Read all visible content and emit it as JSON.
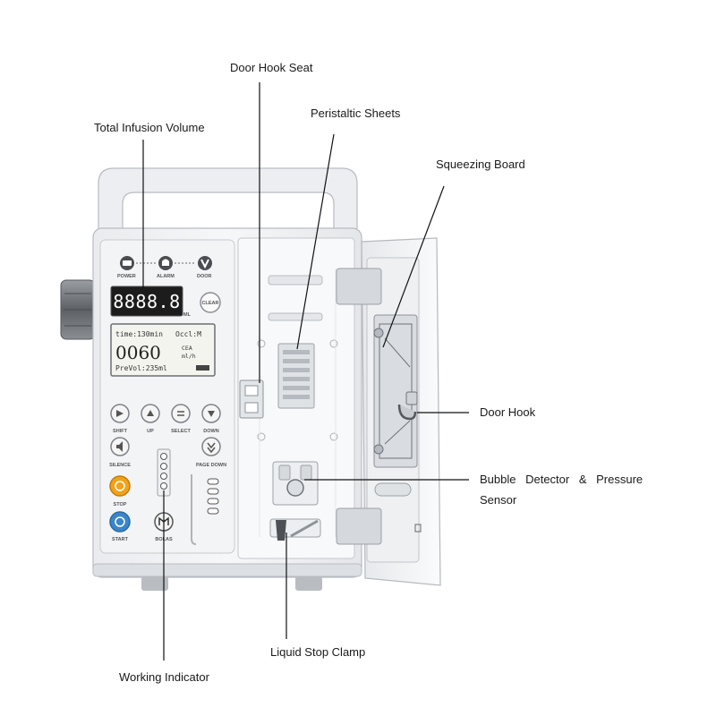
{
  "labels": {
    "door_hook_seat": "Door Hook Seat",
    "total_infusion_volume": "Total Infusion Volume",
    "peristaltic_sheets": "Peristaltic Sheets",
    "squeezing_board": "Squeezing Board",
    "door_hook": "Door Hook",
    "bubble_detector_line1": "Bubble Detector & Pressure",
    "bubble_detector_line2": "Sensor",
    "liquid_stop_clamp": "Liquid Stop Clamp",
    "working_indicator": "Working Indicator"
  },
  "device": {
    "indicators": {
      "power": "POWER",
      "alarm": "ALARM",
      "door": "DOOR"
    },
    "led_display": {
      "value": "8888.8",
      "unit": "ML"
    },
    "clear_button": "CLEAR",
    "lcd": {
      "line1_left": "time:130min",
      "line1_right": "Occl:M",
      "big_value": "0060",
      "unit_top": "CEA",
      "unit_bottom": "ml/h",
      "line3": "PreVol:235ml"
    },
    "buttons": {
      "shift": "SHIFT",
      "up": "UP",
      "select": "SELECT",
      "down": "DOWN",
      "silence": "SILENCE",
      "page_down": "PAGE DOWN",
      "stop": "STOP",
      "start": "START",
      "bolus": "BOLAS"
    }
  },
  "colors": {
    "stop_button": "#f0a21a",
    "start_button": "#3a86c9",
    "led_background": "#1c1c1c",
    "lcd_background": "#f4f4ef"
  }
}
